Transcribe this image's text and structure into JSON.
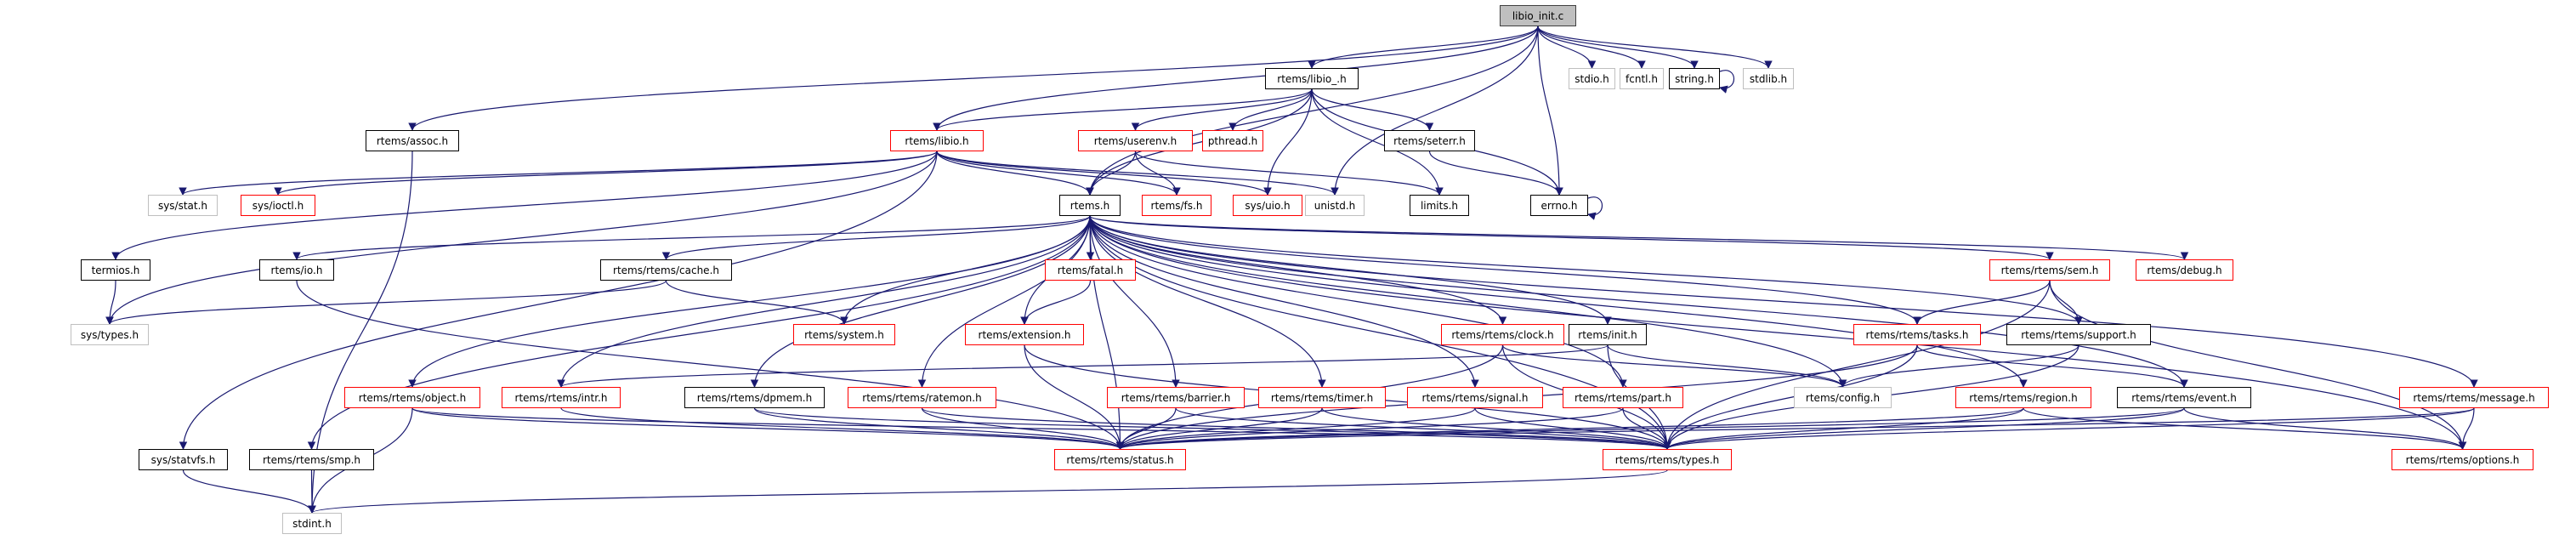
{
  "title": "libio_init.c",
  "colors": {
    "edge": "#191970",
    "documented_border": "#000000",
    "undocumented_border": "#ff0000",
    "system_border": "#bfbfbf",
    "root_fill": "#bfbfbf"
  },
  "nodes": [
    {
      "id": "libio_init_c",
      "label": "libio_init.c",
      "kind": "root"
    },
    {
      "id": "rtems_libio__h",
      "label": "rtems/libio_.h",
      "kind": "doc"
    },
    {
      "id": "stdio_h",
      "label": "stdio.h",
      "kind": "gray"
    },
    {
      "id": "fcntl_h",
      "label": "fcntl.h",
      "kind": "gray"
    },
    {
      "id": "string_h",
      "label": "string.h",
      "kind": "doc"
    },
    {
      "id": "stdlib_h",
      "label": "stdlib.h",
      "kind": "gray"
    },
    {
      "id": "rtems_assoc_h",
      "label": "rtems/assoc.h",
      "kind": "doc"
    },
    {
      "id": "rtems_libio_h",
      "label": "rtems/libio.h",
      "kind": "red"
    },
    {
      "id": "rtems_userenv_h",
      "label": "rtems/userenv.h",
      "kind": "red"
    },
    {
      "id": "pthread_h",
      "label": "pthread.h",
      "kind": "red"
    },
    {
      "id": "rtems_seterr_h",
      "label": "rtems/seterr.h",
      "kind": "doc"
    },
    {
      "id": "sys_stat_h",
      "label": "sys/stat.h",
      "kind": "gray"
    },
    {
      "id": "sys_ioctl_h",
      "label": "sys/ioctl.h",
      "kind": "red"
    },
    {
      "id": "rtems_h",
      "label": "rtems.h",
      "kind": "doc"
    },
    {
      "id": "rtems_fs_h",
      "label": "rtems/fs.h",
      "kind": "red"
    },
    {
      "id": "sys_uio_h",
      "label": "sys/uio.h",
      "kind": "red"
    },
    {
      "id": "unistd_h",
      "label": "unistd.h",
      "kind": "gray"
    },
    {
      "id": "limits_h",
      "label": "limits.h",
      "kind": "doc"
    },
    {
      "id": "errno_h",
      "label": "errno.h",
      "kind": "doc"
    },
    {
      "id": "termios_h",
      "label": "termios.h",
      "kind": "doc"
    },
    {
      "id": "rtems_io_h",
      "label": "rtems/io.h",
      "kind": "doc"
    },
    {
      "id": "rtems_rtems_cache_h",
      "label": "rtems/rtems/cache.h",
      "kind": "doc"
    },
    {
      "id": "rtems_fatal_h",
      "label": "rtems/fatal.h",
      "kind": "red"
    },
    {
      "id": "rtems_rtems_sem_h",
      "label": "rtems/rtems/sem.h",
      "kind": "red"
    },
    {
      "id": "rtems_debug_h",
      "label": "rtems/debug.h",
      "kind": "red"
    },
    {
      "id": "sys_types_h",
      "label": "sys/types.h",
      "kind": "gray"
    },
    {
      "id": "rtems_system_h",
      "label": "rtems/system.h",
      "kind": "red"
    },
    {
      "id": "rtems_extension_h",
      "label": "rtems/extension.h",
      "kind": "red"
    },
    {
      "id": "rtems_rtems_clock_h",
      "label": "rtems/rtems/clock.h",
      "kind": "red"
    },
    {
      "id": "rtems_init_h",
      "label": "rtems/init.h",
      "kind": "doc"
    },
    {
      "id": "rtems_rtems_tasks_h",
      "label": "rtems/rtems/tasks.h",
      "kind": "red"
    },
    {
      "id": "rtems_rtems_support_h",
      "label": "rtems/rtems/support.h",
      "kind": "doc"
    },
    {
      "id": "rtems_rtems_object_h",
      "label": "rtems/rtems/object.h",
      "kind": "red"
    },
    {
      "id": "rtems_rtems_intr_h",
      "label": "rtems/rtems/intr.h",
      "kind": "red"
    },
    {
      "id": "rtems_rtems_dpmem_h",
      "label": "rtems/rtems/dpmem.h",
      "kind": "doc"
    },
    {
      "id": "rtems_rtems_ratemon_h",
      "label": "rtems/rtems/ratemon.h",
      "kind": "red"
    },
    {
      "id": "rtems_rtems_barrier_h",
      "label": "rtems/rtems/barrier.h",
      "kind": "red"
    },
    {
      "id": "rtems_rtems_timer_h",
      "label": "rtems/rtems/timer.h",
      "kind": "red"
    },
    {
      "id": "rtems_rtems_signal_h",
      "label": "rtems/rtems/signal.h",
      "kind": "red"
    },
    {
      "id": "rtems_rtems_part_h",
      "label": "rtems/rtems/part.h",
      "kind": "red"
    },
    {
      "id": "rtems_config_h",
      "label": "rtems/config.h",
      "kind": "gray"
    },
    {
      "id": "rtems_rtems_region_h",
      "label": "rtems/rtems/region.h",
      "kind": "red"
    },
    {
      "id": "rtems_rtems_event_h",
      "label": "rtems/rtems/event.h",
      "kind": "doc"
    },
    {
      "id": "rtems_rtems_message_h",
      "label": "rtems/rtems/message.h",
      "kind": "red"
    },
    {
      "id": "sys_statvfs_h",
      "label": "sys/statvfs.h",
      "kind": "doc"
    },
    {
      "id": "rtems_rtems_smp_h",
      "label": "rtems/rtems/smp.h",
      "kind": "doc"
    },
    {
      "id": "rtems_rtems_status_h",
      "label": "rtems/rtems/status.h",
      "kind": "red"
    },
    {
      "id": "rtems_rtems_types_h",
      "label": "rtems/rtems/types.h",
      "kind": "red"
    },
    {
      "id": "rtems_rtems_options_h",
      "label": "rtems/rtems/options.h",
      "kind": "red"
    },
    {
      "id": "stdint_h",
      "label": "stdint.h",
      "kind": "gray"
    }
  ],
  "edges": [
    [
      "libio_init_c",
      "rtems_libio__h"
    ],
    [
      "libio_init_c",
      "stdio_h"
    ],
    [
      "libio_init_c",
      "fcntl_h"
    ],
    [
      "libio_init_c",
      "string_h"
    ],
    [
      "libio_init_c",
      "stdlib_h"
    ],
    [
      "libio_init_c",
      "rtems_assoc_h"
    ],
    [
      "libio_init_c",
      "rtems_libio_h"
    ],
    [
      "libio_init_c",
      "rtems_h"
    ],
    [
      "libio_init_c",
      "unistd_h"
    ],
    [
      "libio_init_c",
      "errno_h"
    ],
    [
      "string_h",
      "string_h"
    ],
    [
      "errno_h",
      "errno_h"
    ],
    [
      "rtems_libio__h",
      "rtems_libio_h"
    ],
    [
      "rtems_libio__h",
      "rtems_userenv_h"
    ],
    [
      "rtems_libio__h",
      "pthread_h"
    ],
    [
      "rtems_libio__h",
      "rtems_seterr_h"
    ],
    [
      "rtems_libio__h",
      "rtems_h"
    ],
    [
      "rtems_libio__h",
      "sys_uio_h"
    ],
    [
      "rtems_libio__h",
      "limits_h"
    ],
    [
      "rtems_libio__h",
      "errno_h"
    ],
    [
      "rtems_assoc_h",
      "stdint_h"
    ],
    [
      "rtems_libio_h",
      "sys_stat_h"
    ],
    [
      "rtems_libio_h",
      "sys_ioctl_h"
    ],
    [
      "rtems_libio_h",
      "rtems_h"
    ],
    [
      "rtems_libio_h",
      "rtems_fs_h"
    ],
    [
      "rtems_libio_h",
      "sys_uio_h"
    ],
    [
      "rtems_libio_h",
      "unistd_h"
    ],
    [
      "rtems_libio_h",
      "termios_h"
    ],
    [
      "rtems_libio_h",
      "sys_types_h"
    ],
    [
      "rtems_libio_h",
      "sys_statvfs_h"
    ],
    [
      "rtems_userenv_h",
      "rtems_h"
    ],
    [
      "rtems_userenv_h",
      "rtems_fs_h"
    ],
    [
      "rtems_userenv_h",
      "limits_h"
    ],
    [
      "rtems_seterr_h",
      "errno_h"
    ],
    [
      "termios_h",
      "sys_types_h"
    ],
    [
      "rtems_io_h",
      "rtems_rtems_status_h"
    ],
    [
      "rtems_rtems_cache_h",
      "sys_types_h"
    ],
    [
      "rtems_rtems_cache_h",
      "rtems_system_h"
    ],
    [
      "rtems_fatal_h",
      "rtems_extension_h"
    ],
    [
      "rtems_h",
      "rtems_io_h"
    ],
    [
      "rtems_h",
      "rtems_rtems_cache_h"
    ],
    [
      "rtems_h",
      "rtems_fatal_h"
    ],
    [
      "rtems_h",
      "rtems_rtems_sem_h"
    ],
    [
      "rtems_h",
      "rtems_debug_h"
    ],
    [
      "rtems_h",
      "rtems_system_h"
    ],
    [
      "rtems_h",
      "rtems_extension_h"
    ],
    [
      "rtems_h",
      "rtems_rtems_clock_h"
    ],
    [
      "rtems_h",
      "rtems_init_h"
    ],
    [
      "rtems_h",
      "rtems_rtems_tasks_h"
    ],
    [
      "rtems_h",
      "rtems_rtems_support_h"
    ],
    [
      "rtems_h",
      "rtems_rtems_object_h"
    ],
    [
      "rtems_h",
      "rtems_rtems_intr_h"
    ],
    [
      "rtems_h",
      "rtems_rtems_dpmem_h"
    ],
    [
      "rtems_h",
      "rtems_rtems_ratemon_h"
    ],
    [
      "rtems_h",
      "rtems_rtems_barrier_h"
    ],
    [
      "rtems_h",
      "rtems_rtems_timer_h"
    ],
    [
      "rtems_h",
      "rtems_rtems_signal_h"
    ],
    [
      "rtems_h",
      "rtems_rtems_part_h"
    ],
    [
      "rtems_h",
      "rtems_config_h"
    ],
    [
      "rtems_h",
      "rtems_rtems_region_h"
    ],
    [
      "rtems_h",
      "rtems_rtems_event_h"
    ],
    [
      "rtems_h",
      "rtems_rtems_message_h"
    ],
    [
      "rtems_h",
      "rtems_rtems_smp_h"
    ],
    [
      "rtems_h",
      "rtems_rtems_status_h"
    ],
    [
      "rtems_h",
      "rtems_rtems_types_h"
    ],
    [
      "rtems_h",
      "rtems_rtems_options_h"
    ],
    [
      "rtems_rtems_sem_h",
      "rtems_rtems_tasks_h"
    ],
    [
      "rtems_rtems_sem_h",
      "rtems_rtems_support_h"
    ],
    [
      "rtems_rtems_sem_h",
      "rtems_rtems_types_h"
    ],
    [
      "rtems_rtems_sem_h",
      "rtems_rtems_options_h"
    ],
    [
      "rtems_extension_h",
      "rtems_rtems_status_h"
    ],
    [
      "rtems_extension_h",
      "rtems_rtems_types_h"
    ],
    [
      "rtems_rtems_clock_h",
      "rtems_config_h"
    ],
    [
      "rtems_rtems_clock_h",
      "rtems_rtems_status_h"
    ],
    [
      "rtems_rtems_clock_h",
      "rtems_rtems_types_h"
    ],
    [
      "rtems_init_h",
      "rtems_config_h"
    ],
    [
      "rtems_init_h",
      "rtems_rtems_intr_h"
    ],
    [
      "rtems_init_h",
      "rtems_rtems_types_h"
    ],
    [
      "rtems_rtems_tasks_h",
      "rtems_rtems_event_h"
    ],
    [
      "rtems_rtems_tasks_h",
      "rtems_rtems_status_h"
    ],
    [
      "rtems_rtems_tasks_h",
      "rtems_rtems_types_h"
    ],
    [
      "rtems_rtems_support_h",
      "rtems_config_h"
    ],
    [
      "rtems_rtems_support_h",
      "rtems_rtems_types_h"
    ],
    [
      "rtems_rtems_object_h",
      "stdint_h"
    ],
    [
      "rtems_rtems_object_h",
      "rtems_rtems_status_h"
    ],
    [
      "rtems_rtems_object_h",
      "rtems_rtems_types_h"
    ],
    [
      "rtems_rtems_intr_h",
      "rtems_rtems_status_h"
    ],
    [
      "rtems_rtems_dpmem_h",
      "rtems_rtems_status_h"
    ],
    [
      "rtems_rtems_dpmem_h",
      "rtems_rtems_types_h"
    ],
    [
      "rtems_rtems_ratemon_h",
      "rtems_rtems_status_h"
    ],
    [
      "rtems_rtems_ratemon_h",
      "rtems_rtems_types_h"
    ],
    [
      "rtems_rtems_barrier_h",
      "rtems_rtems_status_h"
    ],
    [
      "rtems_rtems_barrier_h",
      "rtems_rtems_types_h"
    ],
    [
      "rtems_rtems_timer_h",
      "rtems_rtems_status_h"
    ],
    [
      "rtems_rtems_timer_h",
      "rtems_rtems_types_h"
    ],
    [
      "rtems_rtems_signal_h",
      "rtems_rtems_status_h"
    ],
    [
      "rtems_rtems_signal_h",
      "rtems_rtems_types_h"
    ],
    [
      "rtems_rtems_part_h",
      "rtems_rtems_status_h"
    ],
    [
      "rtems_rtems_part_h",
      "rtems_rtems_types_h"
    ],
    [
      "rtems_rtems_region_h",
      "rtems_rtems_status_h"
    ],
    [
      "rtems_rtems_region_h",
      "rtems_rtems_types_h"
    ],
    [
      "rtems_rtems_region_h",
      "rtems_rtems_options_h"
    ],
    [
      "rtems_rtems_event_h",
      "rtems_rtems_status_h"
    ],
    [
      "rtems_rtems_event_h",
      "rtems_rtems_types_h"
    ],
    [
      "rtems_rtems_event_h",
      "rtems_rtems_options_h"
    ],
    [
      "rtems_rtems_message_h",
      "rtems_rtems_status_h"
    ],
    [
      "rtems_rtems_message_h",
      "rtems_rtems_types_h"
    ],
    [
      "rtems_rtems_message_h",
      "rtems_rtems_options_h"
    ],
    [
      "sys_statvfs_h",
      "stdint_h"
    ],
    [
      "rtems_rtems_smp_h",
      "stdint_h"
    ],
    [
      "rtems_rtems_types_h",
      "stdint_h"
    ]
  ]
}
